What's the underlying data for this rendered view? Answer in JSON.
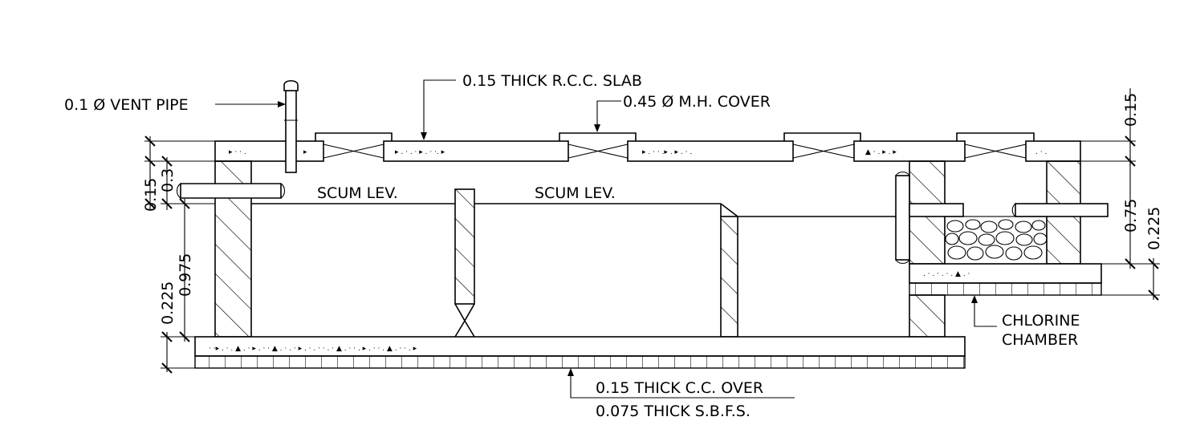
{
  "labels": {
    "vent_pipe": "0.1 Ø VENT PIPE",
    "rcc_slab": "0.15 THICK R.C.C. SLAB",
    "mh_cover": "0.45 Ø M.H. COVER",
    "scum_level_1": "SCUM LEV.",
    "scum_level_2": "SCUM LEV.",
    "chlorine_chamber_line1": "CHLORINE",
    "chlorine_chamber_line2": "CHAMBER",
    "base_line1": "0.15 THICK C.C. OVER",
    "base_line2": "0.075 THICK S.B.F.S."
  },
  "dimensions": {
    "left_slab": "0.15",
    "left_freeboard": "0.3",
    "left_liquid_depth": "0.975",
    "left_sludge": "0.225",
    "right_slab": "0.15",
    "right_chamber_depth": "0.75",
    "right_chamber_base": "0.225"
  }
}
